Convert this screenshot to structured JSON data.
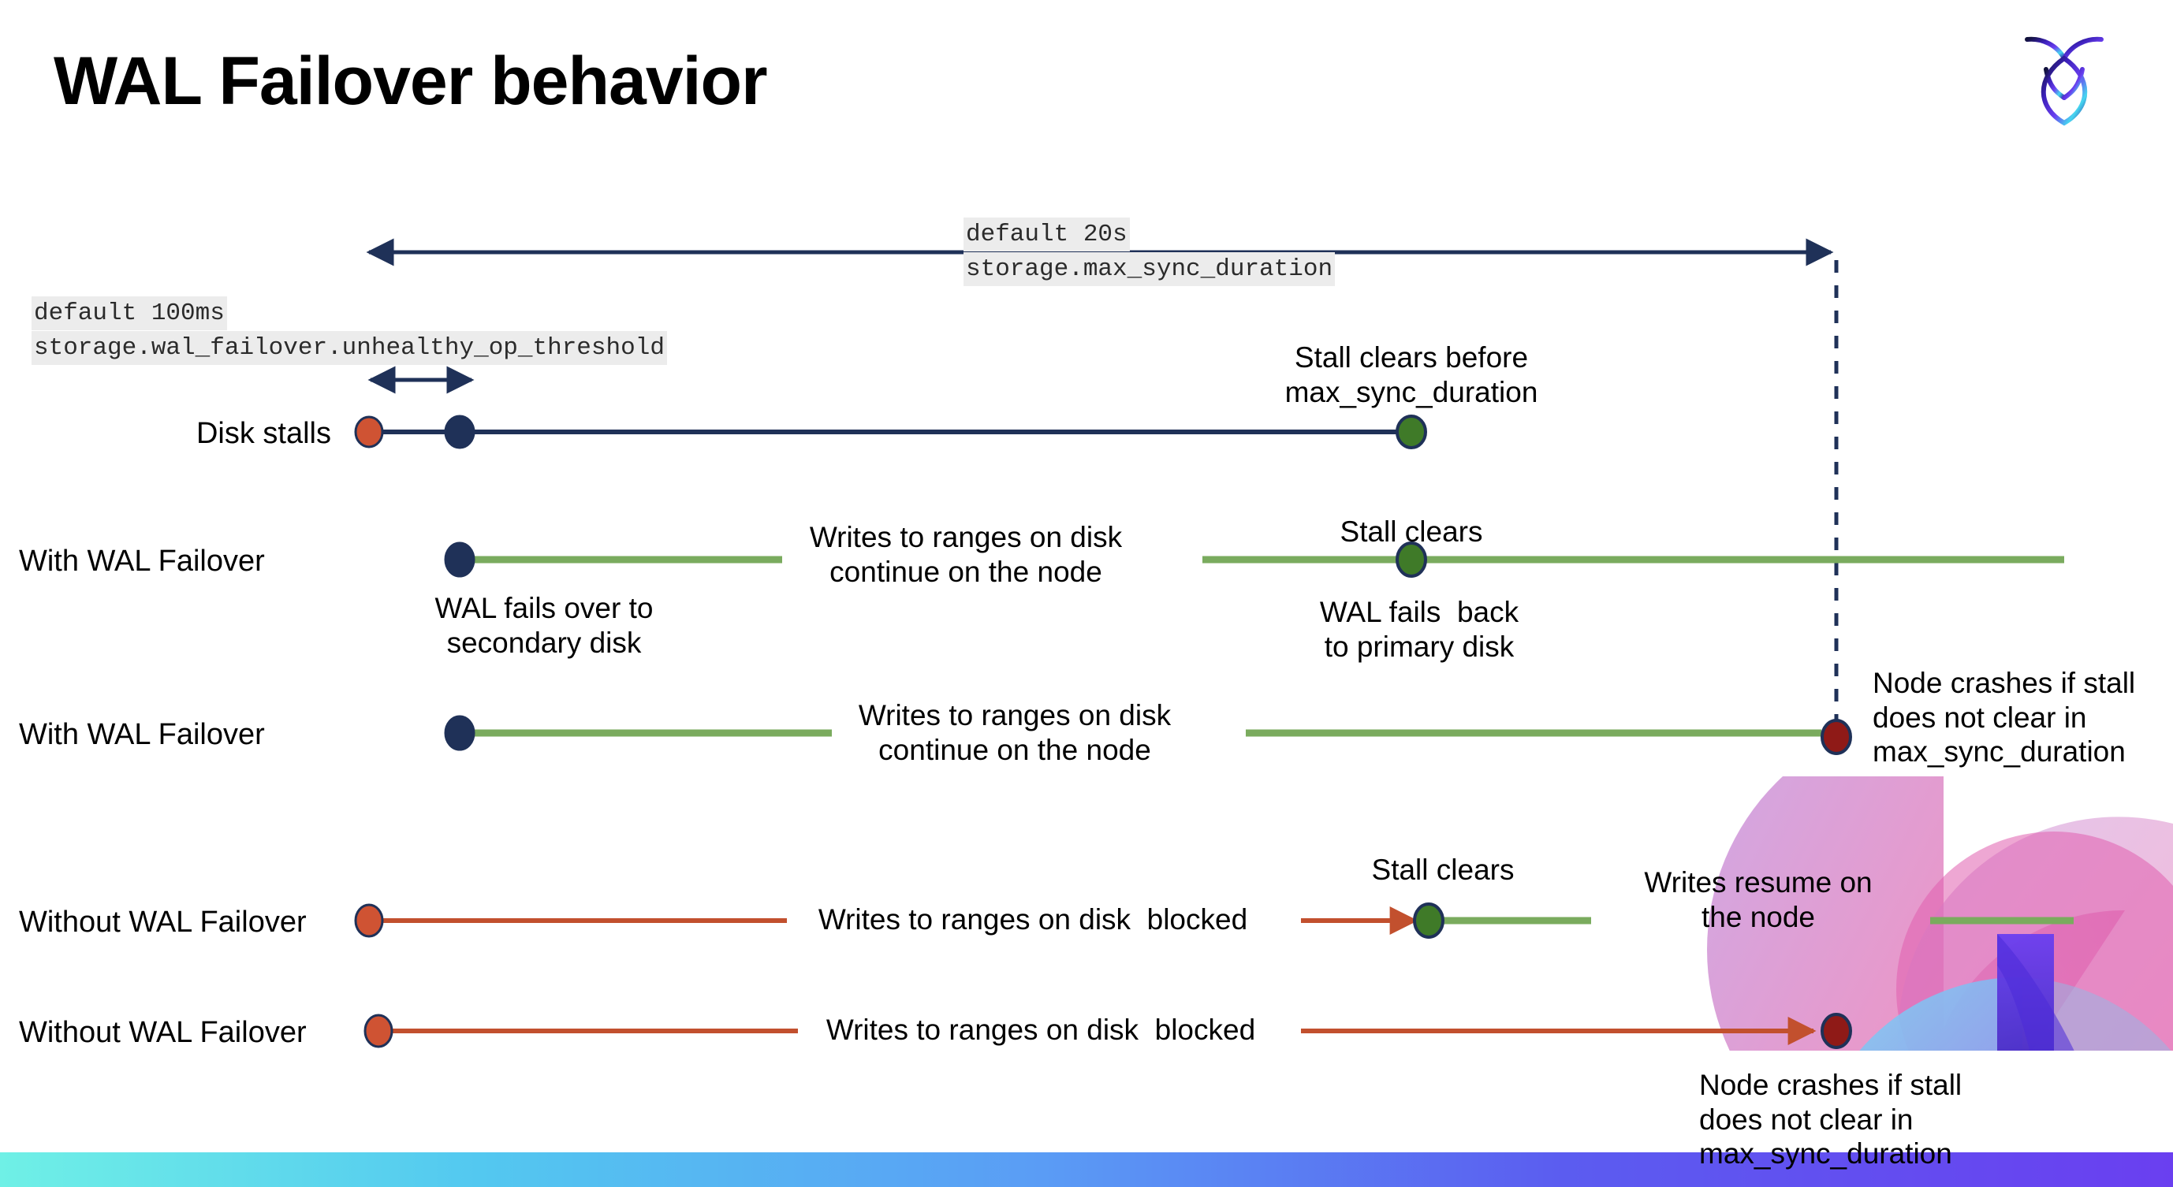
{
  "slide": {
    "title": "WAL Failover behavior",
    "logo_name": "cockroachdb-logo"
  },
  "colors": {
    "navy": "#1f3158",
    "green_line": "#7aab5e",
    "green_dot": "#3f7a28",
    "orange_line": "#c2502e",
    "orange_dot": "#cf5333",
    "dark_red_dot": "#8f1a17",
    "chip_bg": "#ececec",
    "text": "#000000"
  },
  "annotations": {
    "max_sync": {
      "default": "default 20s",
      "setting": "storage.max_sync_duration"
    },
    "unhealthy": {
      "default": "default 100ms",
      "setting": "storage.wal_failover.unhealthy_op_threshold"
    }
  },
  "rows": [
    {
      "id": "disk-stalls",
      "label": "Disk stalls",
      "notes": [
        {
          "id": "stall-clears-before",
          "text": "Stall clears before\nmax_sync_duration"
        }
      ]
    },
    {
      "id": "with-wal-failover-1",
      "label": "With WAL Failover",
      "notes": [
        {
          "id": "writes-continue-1",
          "text": "Writes to ranges on disk\ncontinue on the node"
        },
        {
          "id": "wal-fails-over",
          "text": "WAL fails over to\nsecondary disk"
        },
        {
          "id": "stall-clears-1",
          "text": "Stall clears"
        },
        {
          "id": "wal-fails-back",
          "text": "WAL fails  back\nto primary disk"
        }
      ]
    },
    {
      "id": "with-wal-failover-2",
      "label": "With WAL Failover",
      "notes": [
        {
          "id": "writes-continue-2",
          "text": "Writes to ranges on disk\ncontinue on the node"
        },
        {
          "id": "node-crashes-1",
          "text": "Node crashes if stall\ndoes not clear in\nmax_sync_duration"
        }
      ]
    },
    {
      "id": "without-wal-failover-1",
      "label": "Without WAL Failover",
      "notes": [
        {
          "id": "writes-blocked-1",
          "text": "Writes to ranges on disk  blocked"
        },
        {
          "id": "stall-clears-2",
          "text": "Stall clears"
        },
        {
          "id": "writes-resume",
          "text": "Writes resume on\nthe node"
        }
      ]
    },
    {
      "id": "without-wal-failover-2",
      "label": "Without WAL Failover",
      "notes": [
        {
          "id": "writes-blocked-2",
          "text": "Writes to ranges on disk  blocked"
        },
        {
          "id": "node-crashes-2",
          "text": "Node crashes if stall\ndoes not clear in\nmax_sync_duration"
        }
      ]
    }
  ],
  "texts": {
    "disk_stalls_label": "Disk stalls",
    "with_wal_failover_1": "With WAL Failover",
    "with_wal_failover_2": "With WAL Failover",
    "without_wal_failover_1": "Without WAL Failover",
    "without_wal_failover_2": "Without WAL Failover",
    "stall_clears_before": "Stall clears before\nmax_sync_duration",
    "writes_continue_1": "Writes to ranges on disk\ncontinue on the node",
    "wal_fails_over": "WAL fails over to\nsecondary disk",
    "stall_clears_1": "Stall clears",
    "wal_fails_back": "WAL fails  back\nto primary disk",
    "writes_continue_2": "Writes to ranges on disk\ncontinue on the node",
    "node_crashes_1": "Node crashes if stall\ndoes not clear in\nmax_sync_duration",
    "writes_blocked_1": "Writes to ranges on disk  blocked",
    "stall_clears_2": "Stall clears",
    "writes_resume": "Writes resume on\nthe node",
    "writes_blocked_2": "Writes to ranges on disk  blocked",
    "node_crashes_2": "Node crashes if stall\ndoes not clear in\nmax_sync_duration"
  }
}
